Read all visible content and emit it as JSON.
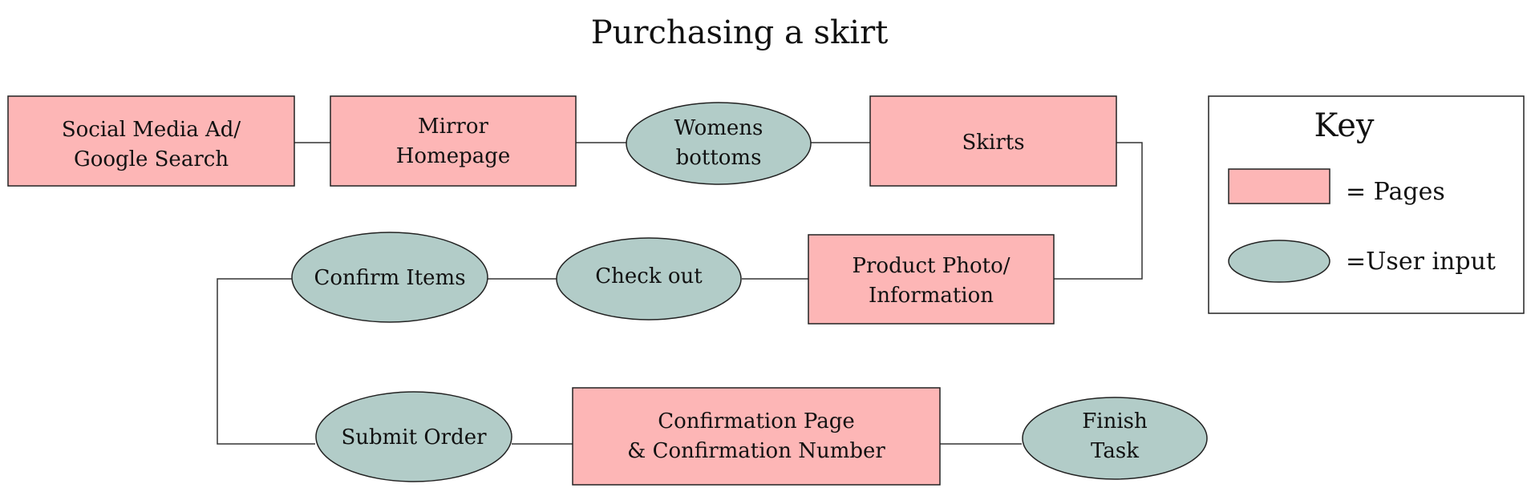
{
  "title": "Purchasing a skirt",
  "colors": {
    "page_fill": "#fdb6b6",
    "input_fill": "#b2ccc8",
    "stroke": "#222222"
  },
  "nodes": {
    "social": {
      "kind": "page",
      "lines": [
        "Social Media Ad/",
        "Google Search"
      ]
    },
    "mirror": {
      "kind": "page",
      "lines": [
        "Mirror",
        "Homepage"
      ]
    },
    "womens": {
      "kind": "input",
      "lines": [
        "Womens",
        "bottoms"
      ]
    },
    "skirts": {
      "kind": "page",
      "lines": [
        "Skirts"
      ]
    },
    "product": {
      "kind": "page",
      "lines": [
        "Product Photo/",
        "Information"
      ]
    },
    "checkout": {
      "kind": "input",
      "lines": [
        "Check out"
      ]
    },
    "confirm_items": {
      "kind": "input",
      "lines": [
        "Confirm Items"
      ]
    },
    "submit": {
      "kind": "input",
      "lines": [
        "Submit Order"
      ]
    },
    "confirmation": {
      "kind": "page",
      "lines": [
        "Confirmation Page",
        "& Confirmation Number"
      ]
    },
    "finish": {
      "kind": "input",
      "lines": [
        "Finish",
        "Task"
      ]
    }
  },
  "edges": [
    [
      "social",
      "mirror"
    ],
    [
      "mirror",
      "womens"
    ],
    [
      "womens",
      "skirts"
    ],
    [
      "skirts",
      "product"
    ],
    [
      "product",
      "checkout"
    ],
    [
      "checkout",
      "confirm_items"
    ],
    [
      "confirm_items",
      "submit"
    ],
    [
      "submit",
      "confirmation"
    ],
    [
      "confirmation",
      "finish"
    ]
  ],
  "key": {
    "title": "Key",
    "pages_label": "= Pages",
    "input_label": "=User input"
  }
}
